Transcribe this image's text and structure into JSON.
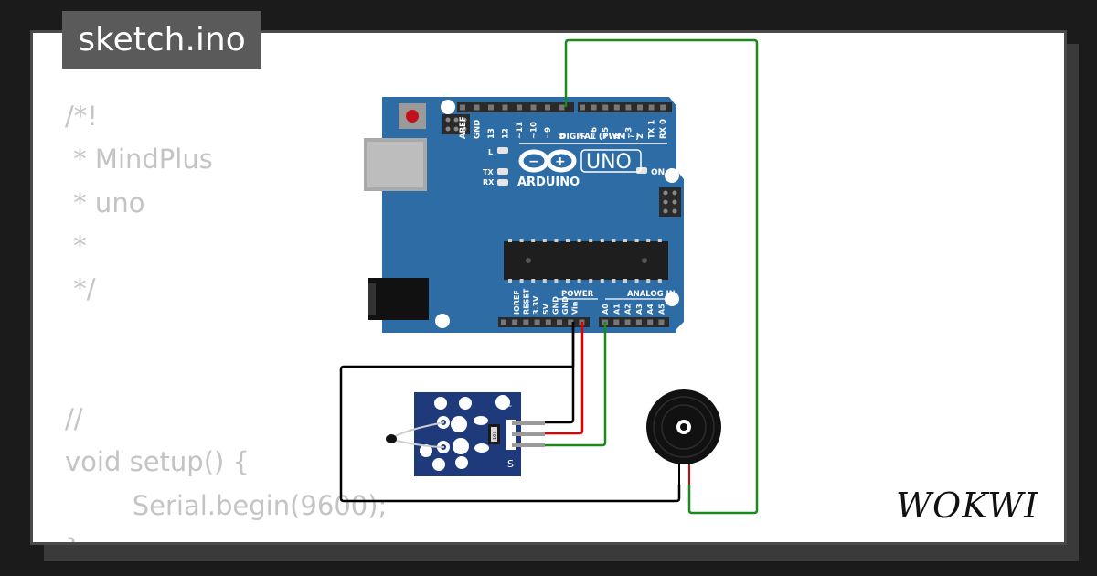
{
  "file_tab": {
    "name": "sketch.ino"
  },
  "code_lines": [
    "/*!",
    " * MindPlus",
    " * uno",
    " *",
    " */",
    "",
    "",
    "//",
    "void setup() {",
    "        Serial.begin(9600);",
    "}"
  ],
  "brand": {
    "name": "WOKWI"
  },
  "board": {
    "model": "UNO",
    "maker": "ARDUINO",
    "digital_header": "DIGITAL (PWM ~)",
    "power_header": "POWER",
    "analog_header": "ANALOG IN",
    "on_led": "ON",
    "l_led": "L",
    "tx_led": "TX",
    "rx_led": "RX",
    "digital_pins": [
      "AREF",
      "GND",
      "13",
      "12",
      "~11",
      "~10",
      "~9",
      "8",
      "7",
      "~6",
      "~5",
      "4",
      "~3",
      "2",
      "TX 1",
      "RX 0"
    ],
    "power_pins": [
      "IOREF",
      "RESET",
      "3.3V",
      "5V",
      "GND",
      "GND",
      "Vin"
    ],
    "analog_pins": [
      "A0",
      "A1",
      "A2",
      "A3",
      "A4",
      "A5"
    ]
  },
  "sensor": {
    "pin_label": "S",
    "minus_label": "-",
    "resistor_label": "103"
  },
  "colors": {
    "background": "#1b1b1b",
    "card": "#ffffff",
    "tab": "#5a5a5a",
    "code_text": "#c4c4c4",
    "board": "#2e6ca6",
    "sensor_pcb": "#1f3a7a",
    "wire_green": "#1a8a1a",
    "wire_red": "#e00000",
    "wire_black": "#000000"
  }
}
